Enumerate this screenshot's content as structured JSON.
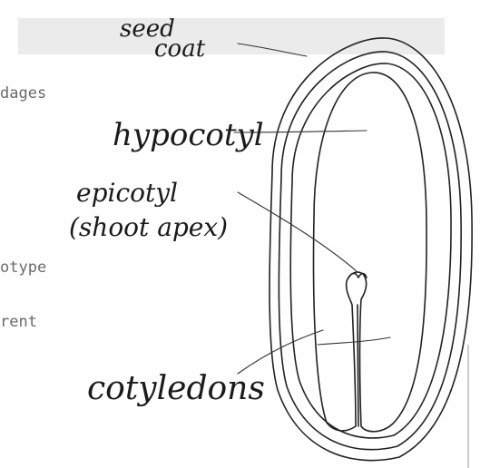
{
  "background_text": {
    "line1": "dages",
    "line2": "otype",
    "line3": "rent"
  },
  "labels": {
    "seed_coat_line1": "seed",
    "seed_coat_line2": "coat",
    "hypocotyl": "hypocotyl",
    "epicotyl": "epicotyl",
    "shoot_apex": "(shoot apex)",
    "cotyledons": "cotyledons"
  },
  "colors": {
    "ink": "#222222",
    "typed_text": "#6a6a6a",
    "paper": "#fefefe"
  }
}
